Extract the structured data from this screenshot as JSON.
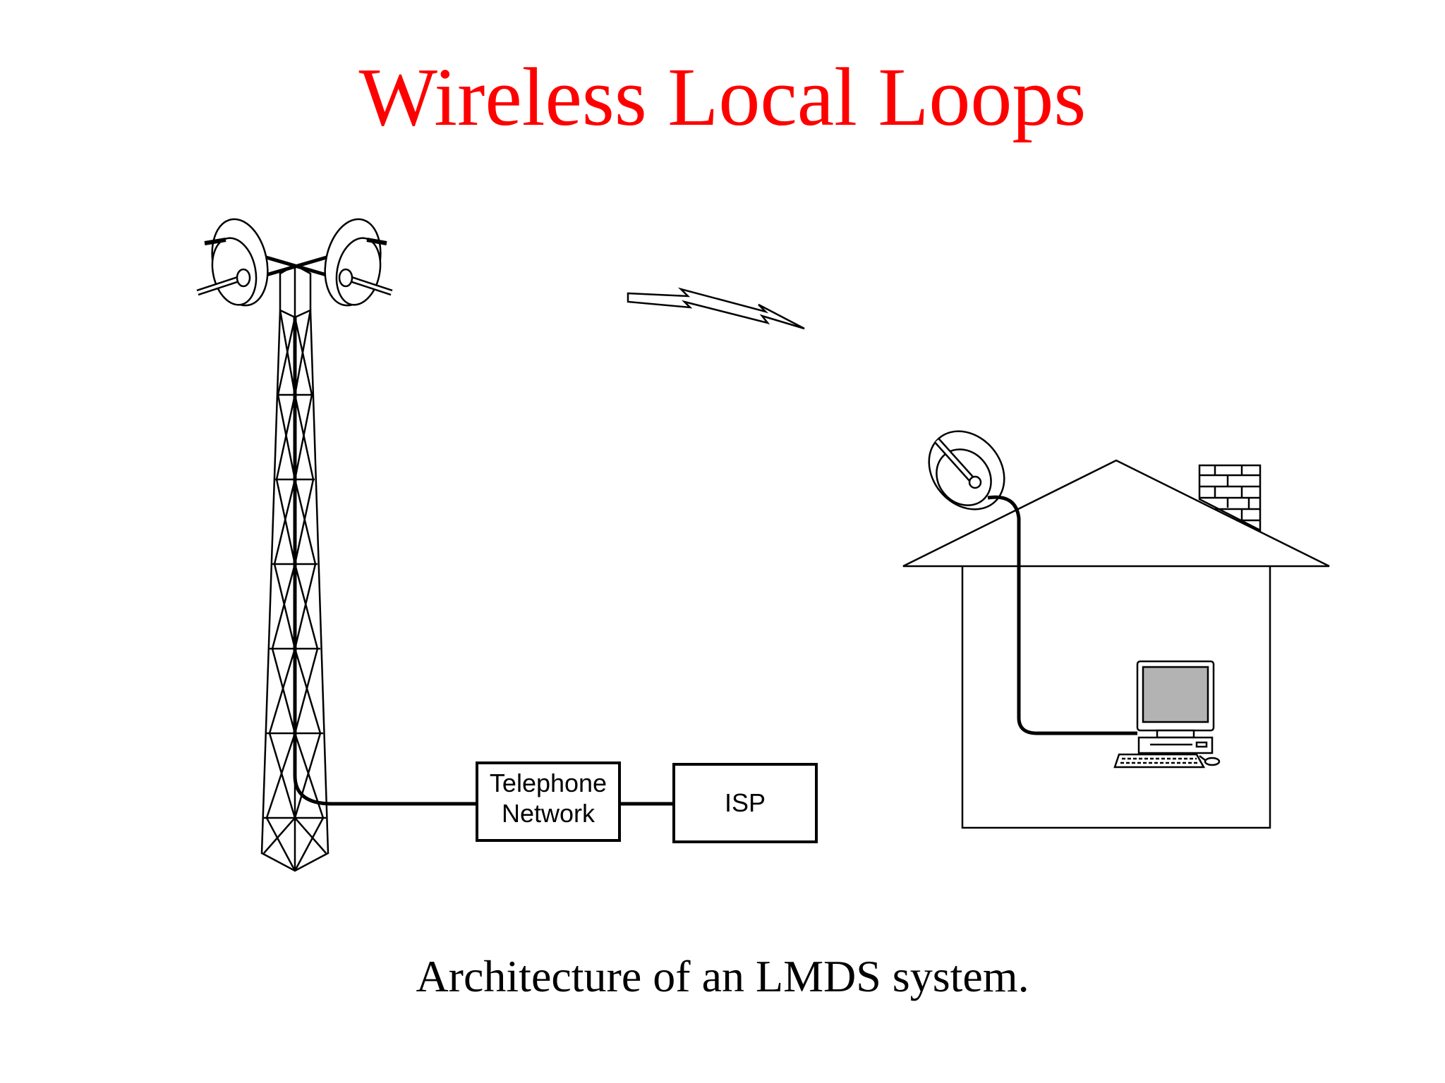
{
  "title": "Wireless Local Loops",
  "caption": "Architecture of an LMDS system.",
  "nodes": {
    "telephone_network": [
      "Telephone",
      "Network"
    ],
    "isp": "ISP"
  },
  "colors": {
    "title": "#ff0000",
    "text": "#000000",
    "screen": "#b3b3b3"
  }
}
